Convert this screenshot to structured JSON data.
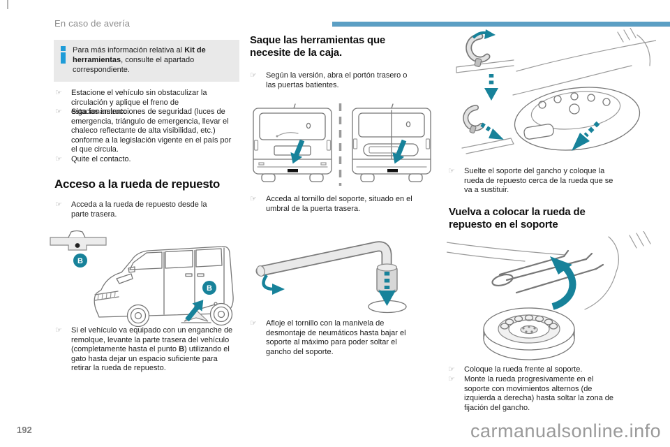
{
  "page": {
    "section_header": "En caso de avería",
    "page_number": "192",
    "watermark": "carmanualsonline.info"
  },
  "icons": {
    "hand": "☞",
    "info": "i"
  },
  "colors": {
    "accent_teal": "#17829a",
    "info_blue": "#1f9cd8",
    "top_bar_blue": "#5b9fc4",
    "info_box_bg": "#e9e9e9"
  },
  "labels": {
    "point_b": "B"
  },
  "info_note": {
    "pre": "Para más información relativa al ",
    "bold": "Kit de herramientas",
    "post": ", consulte el apartado correspondiente."
  },
  "col1": {
    "bullets": [
      "Estacione el vehículo sin obstaculizar la circulación y aplique el freno de estacionamiento.",
      "Siga las instrucciones de seguridad (luces de emergencia, triángulo de emergencia, llevar el chaleco reflectante de alta visibilidad, etc.) conforme a la legislación vigente en el país por el que circula.",
      "Quite el contacto."
    ],
    "heading": "Acceso a la rueda de repuesto",
    "access_bullet": "Acceda a la rueda de repuesto desde la parte trasera.",
    "tow_pre": "Si el vehículo va equipado con un enganche de remolque, levante la parte trasera del vehículo (completamente hasta el punto ",
    "tow_bold": "B",
    "tow_post": ") utilizando el gato hasta dejar un espacio suficiente para retirar la rueda de repuesto."
  },
  "col2": {
    "heading": "Saque las herramientas que necesite de la caja.",
    "bullet_doors": "Según la versión, abra el portón trasero o las puertas batientes.",
    "bullet_screw": "Acceda al tornillo del soporte, situado en el umbral de la puerta trasera.",
    "bullet_loosen": "Afloje el tornillo con la manivela de desmontaje de neumáticos hasta bajar el soporte al máximo para poder soltar el gancho del soporte."
  },
  "col3": {
    "bullet_release": "Suelte el soporte del gancho y coloque la rueda de repuesto cerca de la rueda que se va a sustituir.",
    "heading": "Vuelva a colocar la rueda de repuesto en el soporte",
    "bullets": [
      "Coloque la rueda frente al soporte.",
      "Monte la rueda progresivamente en el soporte con movimientos alternos (de izquierda a derecha) hasta soltar la zona de fijación del gancho."
    ]
  }
}
